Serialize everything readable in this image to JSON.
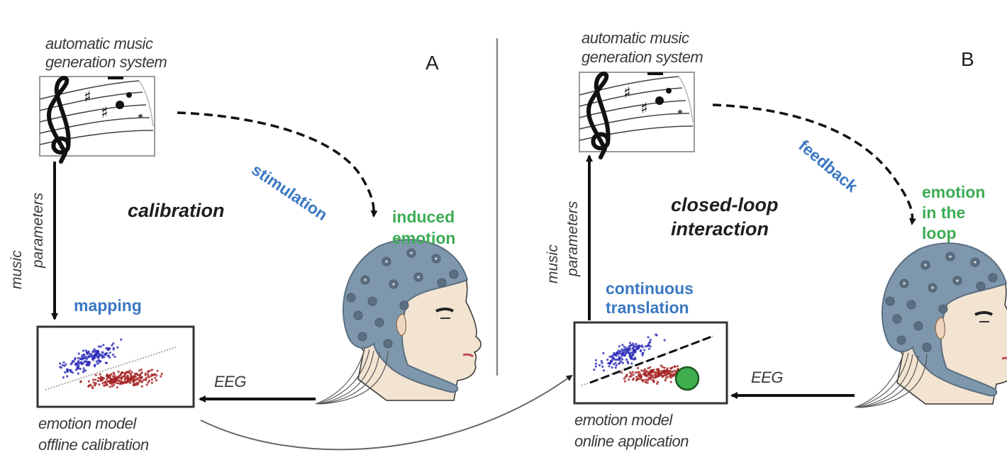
{
  "panels": {
    "A": {
      "letter": "A",
      "system_label_line1": "automatic music",
      "system_label_line2": "generation system",
      "params_label_line1": "music",
      "params_label_line2": "parameters",
      "mode_label": "calibration",
      "arrow_label": "stimulation",
      "emotion_label_line1": "induced",
      "emotion_label_line2": "emotion",
      "model_action_label": "mapping",
      "signal_label": "EEG",
      "model_label_line1": "emotion model",
      "model_label_line2": "offline calibration"
    },
    "B": {
      "letter": "B",
      "system_label_line1": "automatic music",
      "system_label_line2": "generation system",
      "params_label_line1": "music",
      "params_label_line2": "parameters",
      "mode_label_line1": "closed-loop",
      "mode_label_line2": "interaction",
      "arrow_label": "feedback",
      "emotion_label_line1": "emotion",
      "emotion_label_line2": "in the",
      "emotion_label_line3": "loop",
      "model_action_label_line1": "continuous",
      "model_action_label_line2": "translation",
      "signal_label": "EEG",
      "model_label_line1": "emotion model",
      "model_label_line2": "online application"
    }
  },
  "icons": [
    "music-score-icon",
    "eeg-cap-head-icon",
    "scatter-plot-icon",
    "current-state-marker-icon"
  ],
  "colors": {
    "stim_text": "#3a78c2",
    "emotion_text": "#3dac55",
    "cluster_a": "#2b2bb8",
    "cluster_b": "#a52222",
    "state_marker": "#3fae4f",
    "cap": "#7e97ad",
    "skin": "#f3e4d2"
  }
}
